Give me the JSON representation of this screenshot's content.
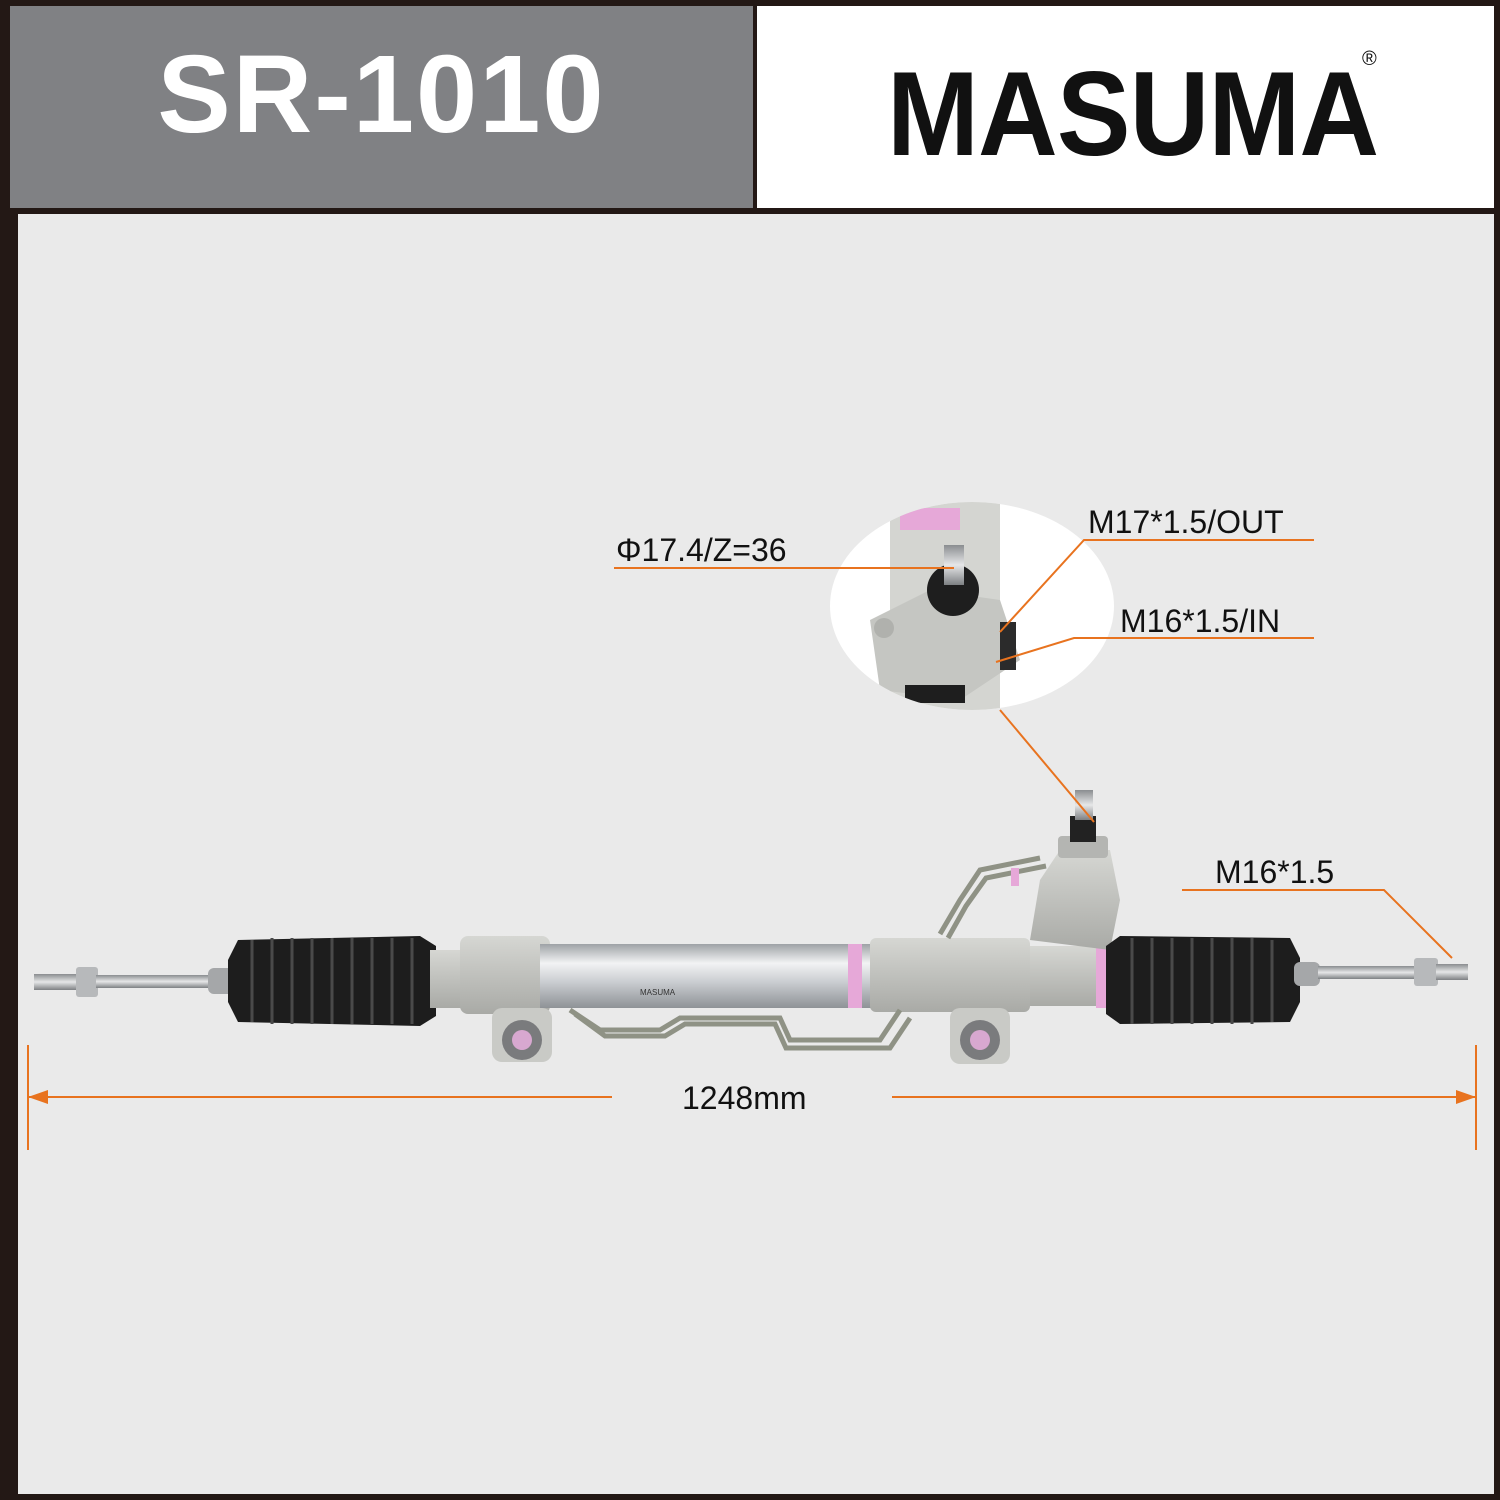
{
  "header": {
    "part_number": "SR-1010",
    "brand": "MASUMA",
    "registered_mark": "®"
  },
  "annotations": {
    "pinion": "Φ17.4/Z=36",
    "port_out": "M17*1.5/OUT",
    "port_in": "M16*1.5/IN",
    "tie_rod_thread": "M16*1.5",
    "overall_length": "1248mm"
  },
  "colors": {
    "accent_orange": "#E8731F",
    "header_grey": "#808184",
    "frame_dark": "#231815",
    "background": "#EAEAEA"
  }
}
